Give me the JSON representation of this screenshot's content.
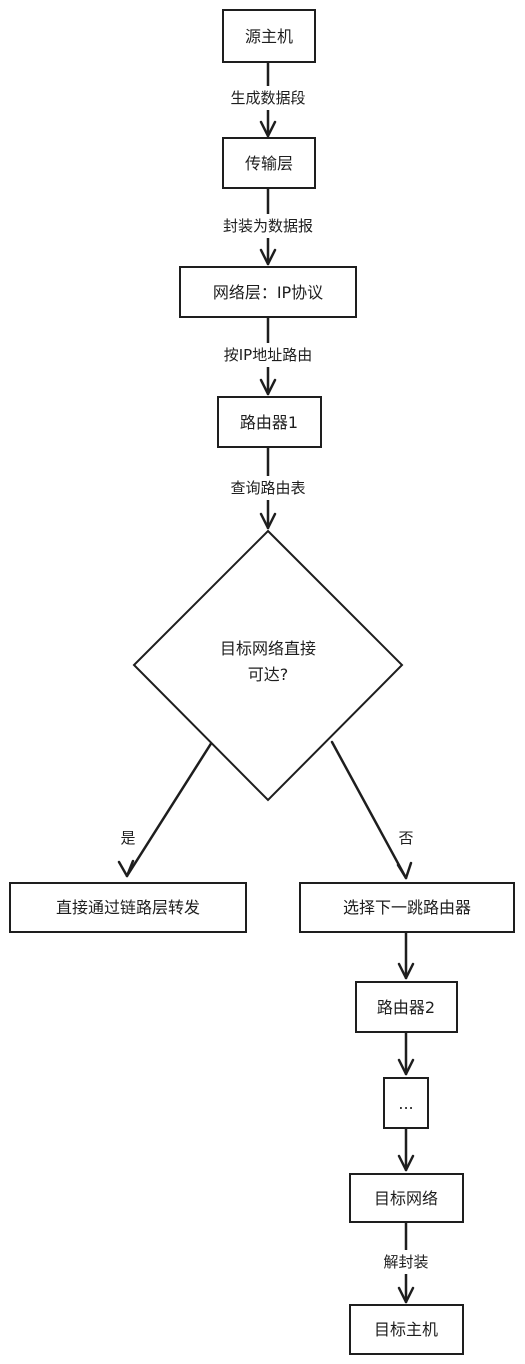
{
  "flowchart": {
    "nodes": [
      {
        "id": "source-host",
        "label": "源主机"
      },
      {
        "id": "transport-layer",
        "label": "传输层"
      },
      {
        "id": "network-layer",
        "label": "网络层：IP协议"
      },
      {
        "id": "router-1",
        "label": "路由器1"
      },
      {
        "id": "decision",
        "label_line1": "目标网络直接",
        "label_line2": "可达?"
      },
      {
        "id": "direct-forward",
        "label": "直接通过链路层转发"
      },
      {
        "id": "next-hop",
        "label": "选择下一跳路由器"
      },
      {
        "id": "router-2",
        "label": "路由器2"
      },
      {
        "id": "ellipsis",
        "label": "..."
      },
      {
        "id": "target-network",
        "label": "目标网络"
      },
      {
        "id": "target-host",
        "label": "目标主机"
      }
    ],
    "edges": [
      {
        "from": "source-host",
        "to": "transport-layer",
        "label": "生成数据段"
      },
      {
        "from": "transport-layer",
        "to": "network-layer",
        "label": "封装为数据报"
      },
      {
        "from": "network-layer",
        "to": "router-1",
        "label": "按IP地址路由"
      },
      {
        "from": "router-1",
        "to": "decision",
        "label": "查询路由表"
      },
      {
        "from": "decision",
        "to": "direct-forward",
        "label": "是"
      },
      {
        "from": "decision",
        "to": "next-hop",
        "label": "否"
      },
      {
        "from": "next-hop",
        "to": "router-2",
        "label": ""
      },
      {
        "from": "router-2",
        "to": "ellipsis",
        "label": ""
      },
      {
        "from": "ellipsis",
        "to": "target-network",
        "label": ""
      },
      {
        "from": "target-network",
        "to": "target-host",
        "label": "解封装"
      }
    ]
  }
}
